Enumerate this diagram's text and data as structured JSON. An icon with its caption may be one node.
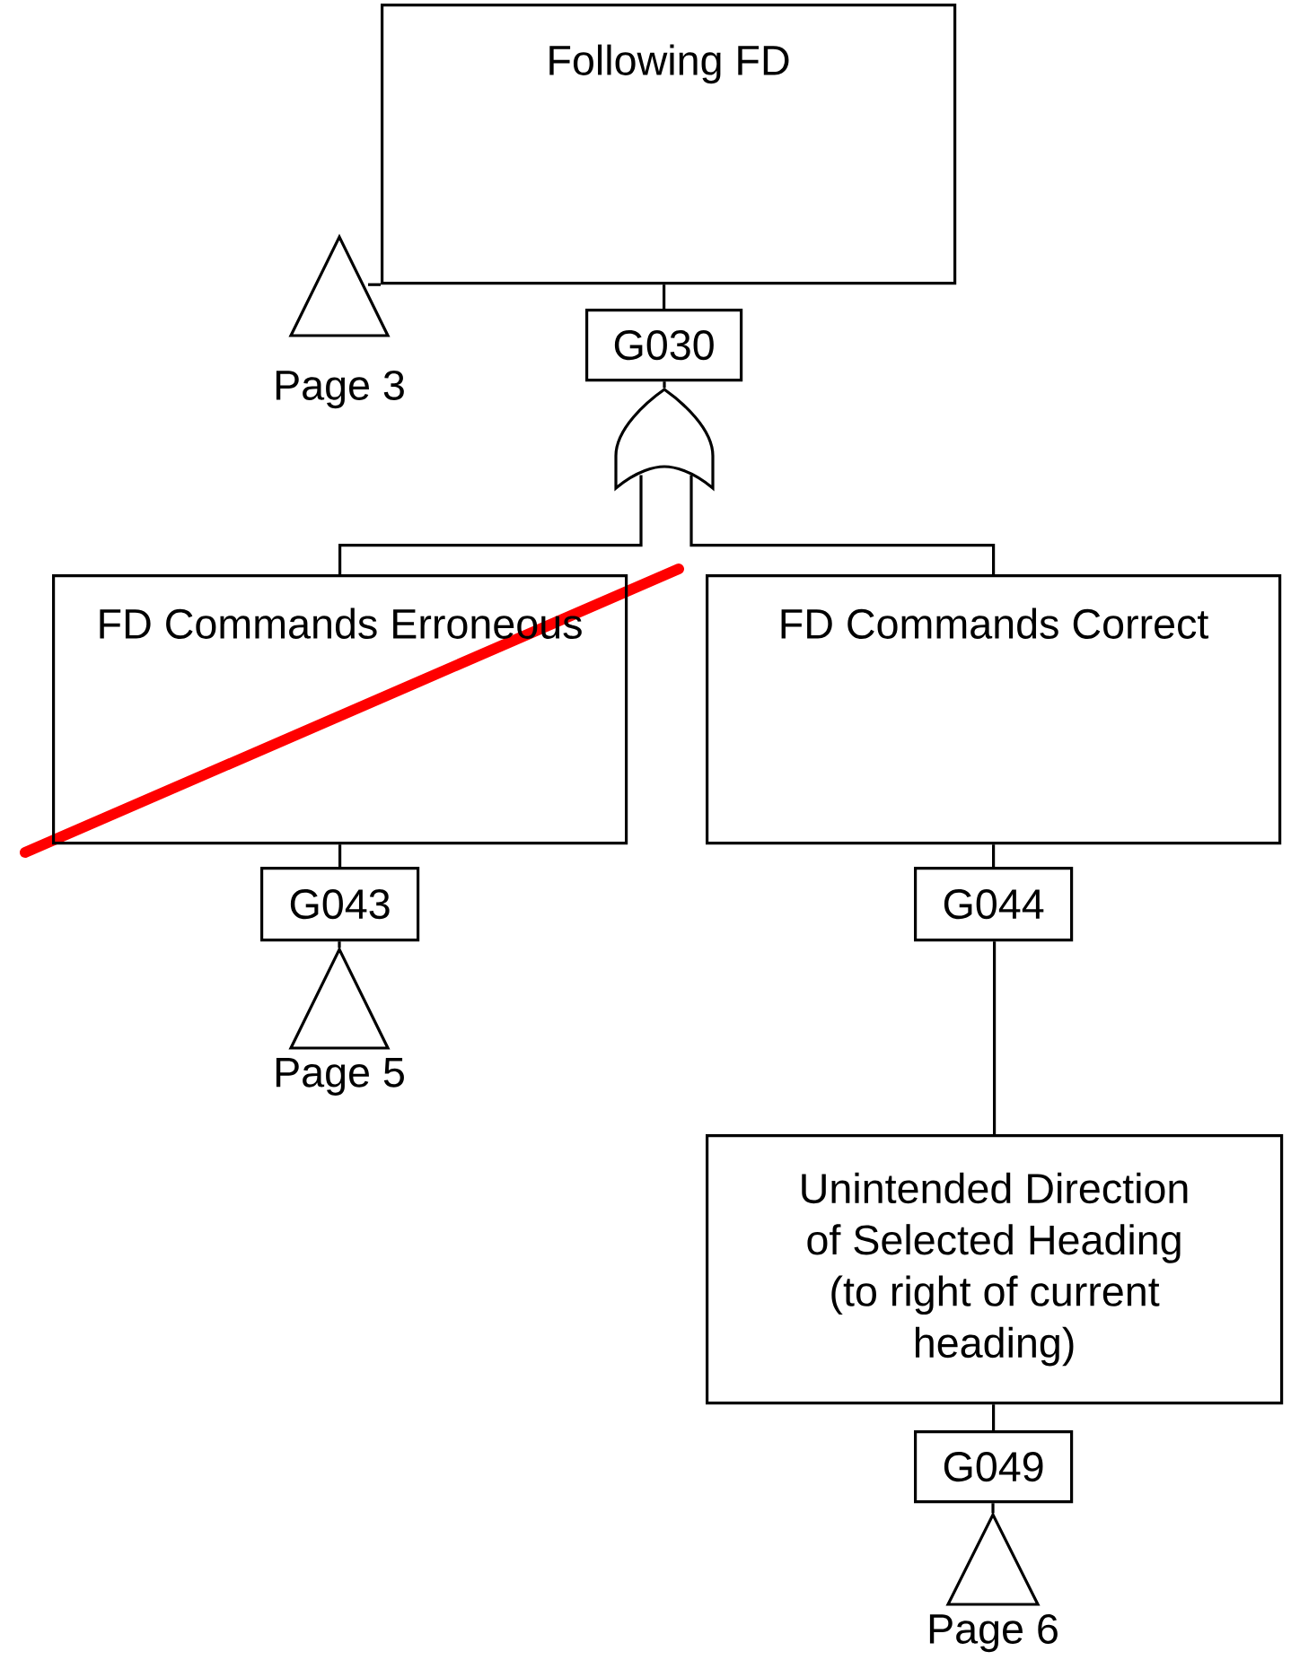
{
  "diagram": {
    "nodes": [
      {
        "text": [
          "Following FD"
        ]
      },
      {
        "text": [],
        "shape": "triangle",
        "beside": [
          "Page 3"
        ]
      },
      {
        "text": [
          "G030"
        ]
      },
      {
        "text": [],
        "shape": "or-gate"
      },
      {
        "text": [
          "FD Commands Erroneous"
        ]
      },
      {
        "text": [
          "FD Commands Correct"
        ]
      },
      {
        "text": [
          "G043"
        ]
      },
      {
        "text": [],
        "shape": "triangle",
        "beside": [
          "Page 5"
        ]
      },
      {
        "text": [
          "G044"
        ]
      },
      {
        "text": [
          "Unintended Direction of Selected Heading (to right of current heading)"
        ]
      },
      {
        "text": [
          "G049"
        ]
      },
      {
        "text": [],
        "shape": "triangle",
        "beside": [
          "Page 6"
        ]
      }
    ],
    "edges": [
      {
        "from": 1,
        "to": 0,
        "arrow": "none"
      },
      {
        "from": 0,
        "to": 2,
        "arrow": "none"
      },
      {
        "from": 2,
        "to": 3,
        "arrow": "none"
      },
      {
        "from": 3,
        "to": 4,
        "arrow": "none"
      },
      {
        "from": 3,
        "to": 5,
        "arrow": "none"
      },
      {
        "from": 4,
        "to": 6,
        "arrow": "none"
      },
      {
        "from": 6,
        "to": 7,
        "arrow": "none"
      },
      {
        "from": 5,
        "to": 8,
        "arrow": "none"
      },
      {
        "from": 8,
        "to": 9,
        "arrow": "none"
      },
      {
        "from": 9,
        "to": 10,
        "arrow": "none"
      },
      {
        "from": 10,
        "to": 11,
        "arrow": "none"
      }
    ]
  }
}
